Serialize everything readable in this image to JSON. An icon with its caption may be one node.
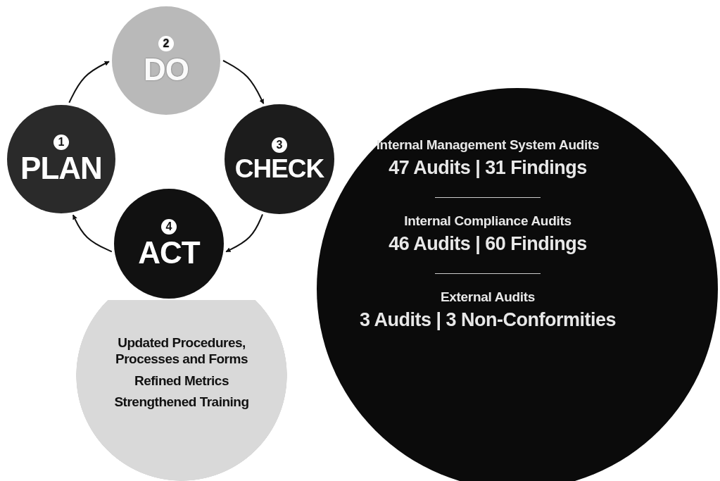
{
  "diagram": {
    "nodes": [
      {
        "text": [
          "1",
          "PLAN"
        ]
      },
      {
        "text": [
          "2",
          "DO"
        ]
      },
      {
        "text": [
          "3",
          "CHECK"
        ]
      },
      {
        "text": [
          "4",
          "ACT"
        ]
      },
      {
        "text": [
          "Updated Procedures, Processes and Forms",
          "Refined Metrics",
          "Strengthened Training"
        ]
      },
      {
        "text": [
          "Internal Management System Audits",
          "47 Audits | 31 Findings",
          "Internal Compliance Audits",
          "46 Audits | 60 Findings",
          "External Audits",
          "3 Audits | 3 Non-Conformities"
        ]
      }
    ],
    "edges": [
      {
        "from": 0,
        "to": 1,
        "arrow": "to"
      },
      {
        "from": 1,
        "to": 2,
        "arrow": "to"
      },
      {
        "from": 2,
        "to": 3,
        "arrow": "to"
      },
      {
        "from": 3,
        "to": 0,
        "arrow": "to"
      }
    ]
  }
}
